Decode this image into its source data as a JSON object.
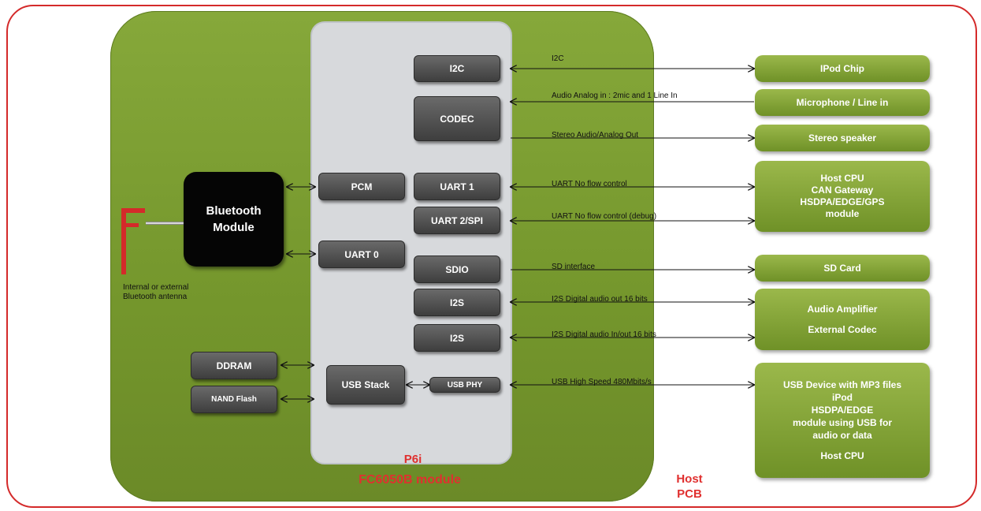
{
  "host": {
    "label_line1": "Host",
    "label_line2": "PCB"
  },
  "module": {
    "label": "FC6050B module"
  },
  "processor": {
    "label": "P6i"
  },
  "bluetooth": {
    "line1": "Bluetooth",
    "line2": "Module",
    "antenna_line1": "Internal or external",
    "antenna_line2": "Bluetooth antenna"
  },
  "blocks": {
    "i2c": "I2C",
    "codec": "CODEC",
    "pcm": "PCM",
    "uart1": "UART 1",
    "uart2": "UART 2/SPI",
    "uart0": "UART 0",
    "sdio": "SDIO",
    "i2s_out": "I2S",
    "i2s_in": "I2S",
    "ddram": "DDRAM",
    "nand": "NAND Flash",
    "usb_stack": "USB Stack",
    "usb_phy": "USB PHY"
  },
  "signals": {
    "i2c": "I2C",
    "audio_in": "Audio Analog in : 2mic  and 1 Line In",
    "stereo_out": "Stereo Audio/Analog Out",
    "uart1": "UART No flow control",
    "uart2": "UART No flow control (debug)",
    "sd": "SD interface",
    "i2s_out": "I2S Digital audio out 16 bits",
    "i2s_in": "I2S Digital audio In/out 16 bits",
    "usb": "USB High Speed 480Mbits/s"
  },
  "external": {
    "ipod_chip": "IPod Chip",
    "microphone": "Microphone / Line in",
    "speaker": "Stereo speaker",
    "host_cpu": [
      "Host CPU",
      "CAN Gateway",
      "HSDPA/EDGE/GPS",
      "module"
    ],
    "sd_card": "SD Card",
    "audio": [
      "Audio Amplifier",
      "External Codec"
    ],
    "usb_device": [
      "USB Device with MP3 files",
      "iPod",
      "HSDPA/EDGE",
      "module using USB for",
      "audio or data",
      "Host CPU"
    ]
  },
  "colors": {
    "pcb_border": "#d42a2a",
    "module_green": "#7a9c2f",
    "chip_dark": "#4a4a4a",
    "label_red": "#e0302f"
  }
}
